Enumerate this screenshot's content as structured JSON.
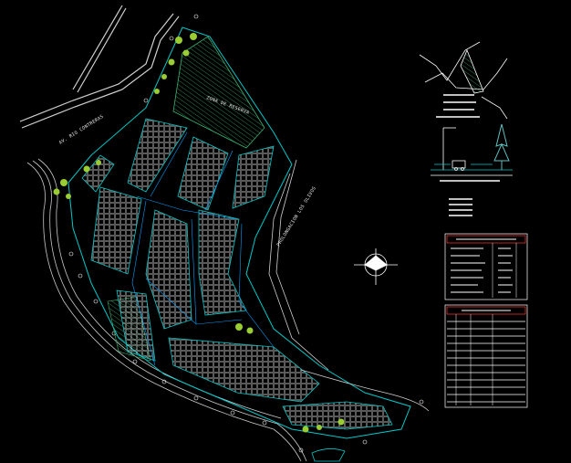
{
  "colors": {
    "background": "#000000",
    "lot_lines": "#ffffff",
    "block_outline": "#00c8c8",
    "road_edge": "#00a0ff",
    "green_area": "#2e8b57",
    "hatch": "#3cb371",
    "trees": "#9acd32",
    "table_header": "#ff3333",
    "table_rows": "#ffffff"
  },
  "road_labels": {
    "upper_left": "AV. RIO CONTRERAS",
    "center": "PROLONGACION LOS OLIVOS",
    "green_zone": "ZONA DE RESERVA"
  },
  "icons": {
    "north_arrow": "north-arrow-icon",
    "location_map": "location-map-icon",
    "road_section": "road-section-icon",
    "tree": "tree-icon"
  }
}
